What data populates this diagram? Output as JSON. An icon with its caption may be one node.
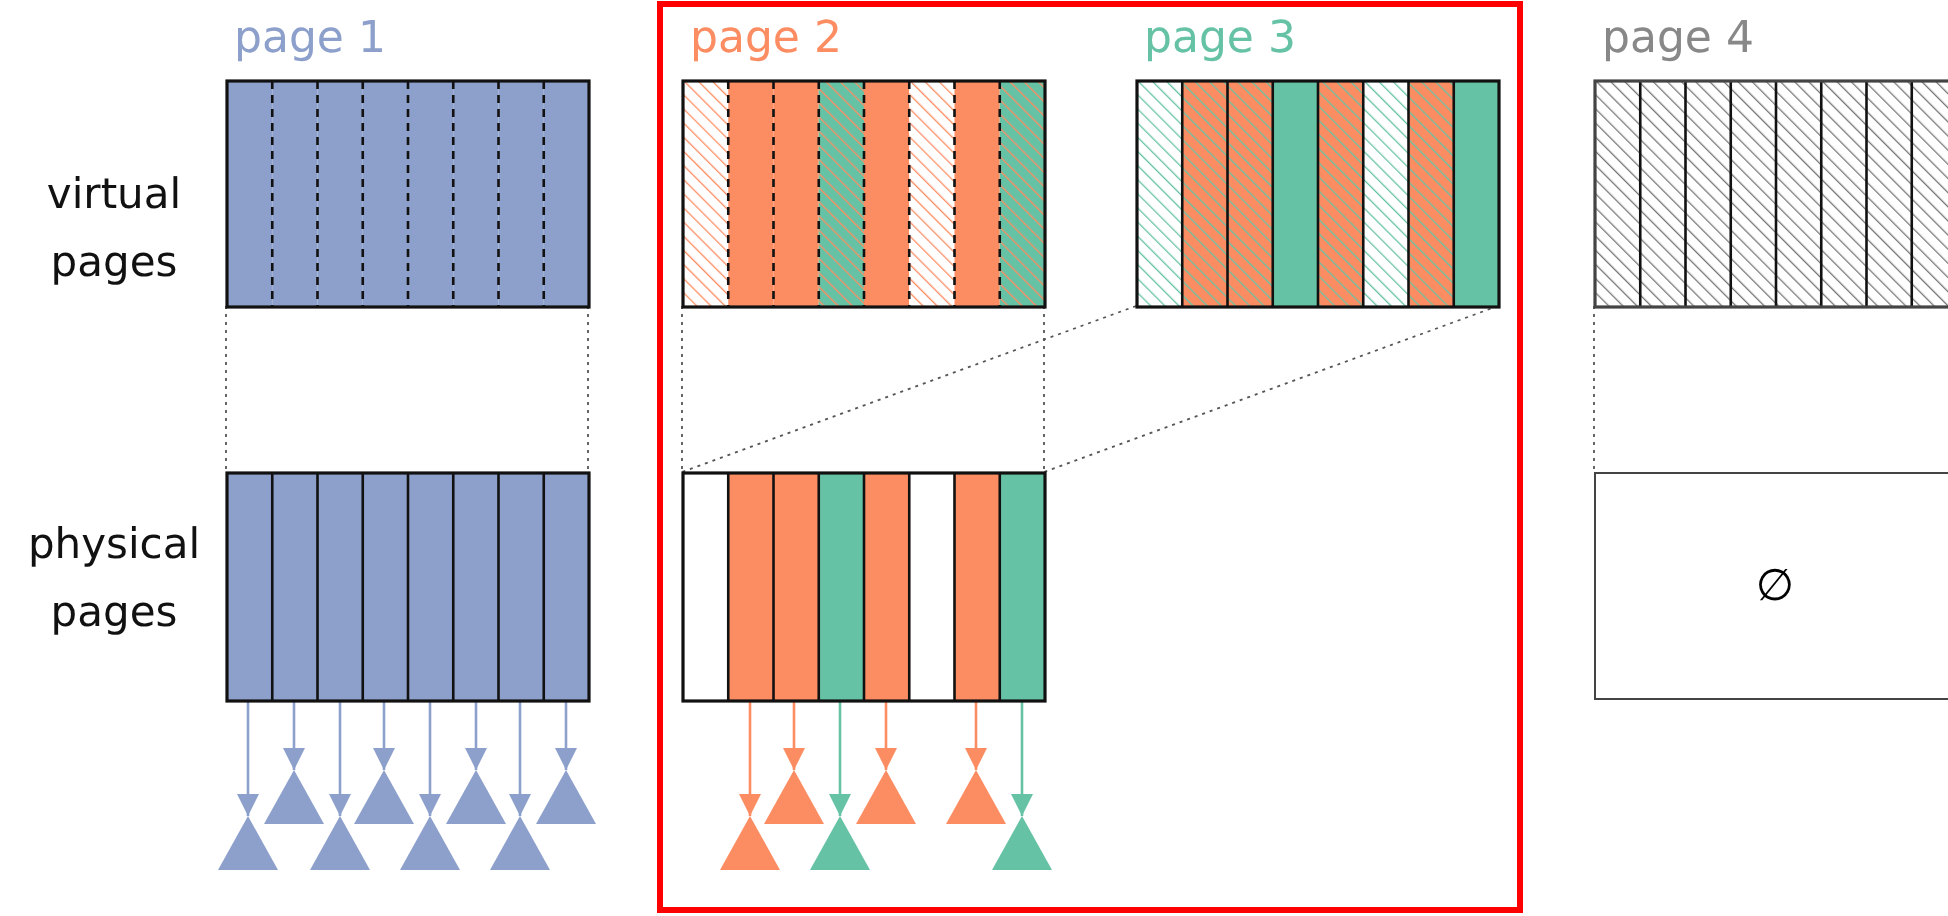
{
  "diagram": {
    "nodes": [
      {
        "text": [
          "page 1"
        ]
      },
      {
        "text": [
          "page 2"
        ]
      },
      {
        "text": [
          "page 3"
        ]
      },
      {
        "text": [
          "page 4"
        ]
      },
      {
        "text": [],
        "shape": "box"
      },
      {
        "text": [],
        "shape": "box"
      },
      {
        "text": [
          "∅"
        ]
      },
      {
        "text": [],
        "shape": "triangle"
      },
      {
        "text": [],
        "shape": "triangle"
      },
      {
        "text": [],
        "shape": "triangle"
      },
      {
        "text": [],
        "shape": "triangle"
      },
      {
        "text": [],
        "shape": "triangle"
      },
      {
        "text": [],
        "shape": "triangle"
      },
      {
        "text": [],
        "shape": "triangle"
      },
      {
        "text": [],
        "shape": "triangle"
      },
      {
        "text": [],
        "shape": "triangle"
      },
      {
        "text": [],
        "shape": "triangle"
      },
      {
        "text": [],
        "shape": "triangle"
      },
      {
        "text": [],
        "shape": "triangle"
      },
      {
        "text": [],
        "shape": "triangle"
      },
      {
        "text": [],
        "shape": "triangle"
      }
    ],
    "edges": [
      {
        "from": 0,
        "to": 4,
        "arrow": "none",
        "style": "dashed",
        "color": "#555555"
      },
      {
        "from": 0,
        "to": 4,
        "arrow": "none",
        "style": "dashed",
        "color": "#555555"
      },
      {
        "from": 1,
        "to": 5,
        "arrow": "none",
        "style": "dashed",
        "color": "#555555"
      },
      {
        "from": 1,
        "to": 5,
        "arrow": "none",
        "style": "dashed",
        "color": "#555555"
      },
      {
        "from": 2,
        "to": 5,
        "arrow": "none",
        "style": "dashed",
        "color": "#555555"
      },
      {
        "from": 2,
        "to": 5,
        "arrow": "none",
        "style": "dashed",
        "color": "#555555"
      },
      {
        "from": 3,
        "to": 6,
        "arrow": "none",
        "style": "dashed",
        "color": "#555555"
      },
      {
        "from": 4,
        "to": 7,
        "arrow": "to",
        "color": "#8da0cb"
      },
      {
        "from": 4,
        "to": 8,
        "arrow": "to",
        "color": "#8da0cb"
      },
      {
        "from": 4,
        "to": 9,
        "arrow": "to",
        "color": "#8da0cb"
      },
      {
        "from": 4,
        "to": 10,
        "arrow": "to",
        "color": "#8da0cb"
      },
      {
        "from": 4,
        "to": 11,
        "arrow": "to",
        "color": "#8da0cb"
      },
      {
        "from": 4,
        "to": 12,
        "arrow": "to",
        "color": "#8da0cb"
      },
      {
        "from": 4,
        "to": 13,
        "arrow": "to",
        "color": "#8da0cb"
      },
      {
        "from": 4,
        "to": 14,
        "arrow": "to",
        "color": "#8da0cb"
      },
      {
        "from": 5,
        "to": 15,
        "arrow": "to",
        "color": "#fc8d62"
      },
      {
        "from": 5,
        "to": 16,
        "arrow": "to",
        "color": "#fc8d62"
      },
      {
        "from": 5,
        "to": 17,
        "arrow": "to",
        "color": "#66c2a5"
      },
      {
        "from": 5,
        "to": 18,
        "arrow": "to",
        "color": "#fc8d62"
      },
      {
        "from": 5,
        "to": 19,
        "arrow": "to",
        "color": "#fc8d62"
      },
      {
        "from": 5,
        "to": 20,
        "arrow": "to",
        "color": "#66c2a5"
      }
    ],
    "labels": [
      "virtual pages",
      "physical pages"
    ]
  }
}
